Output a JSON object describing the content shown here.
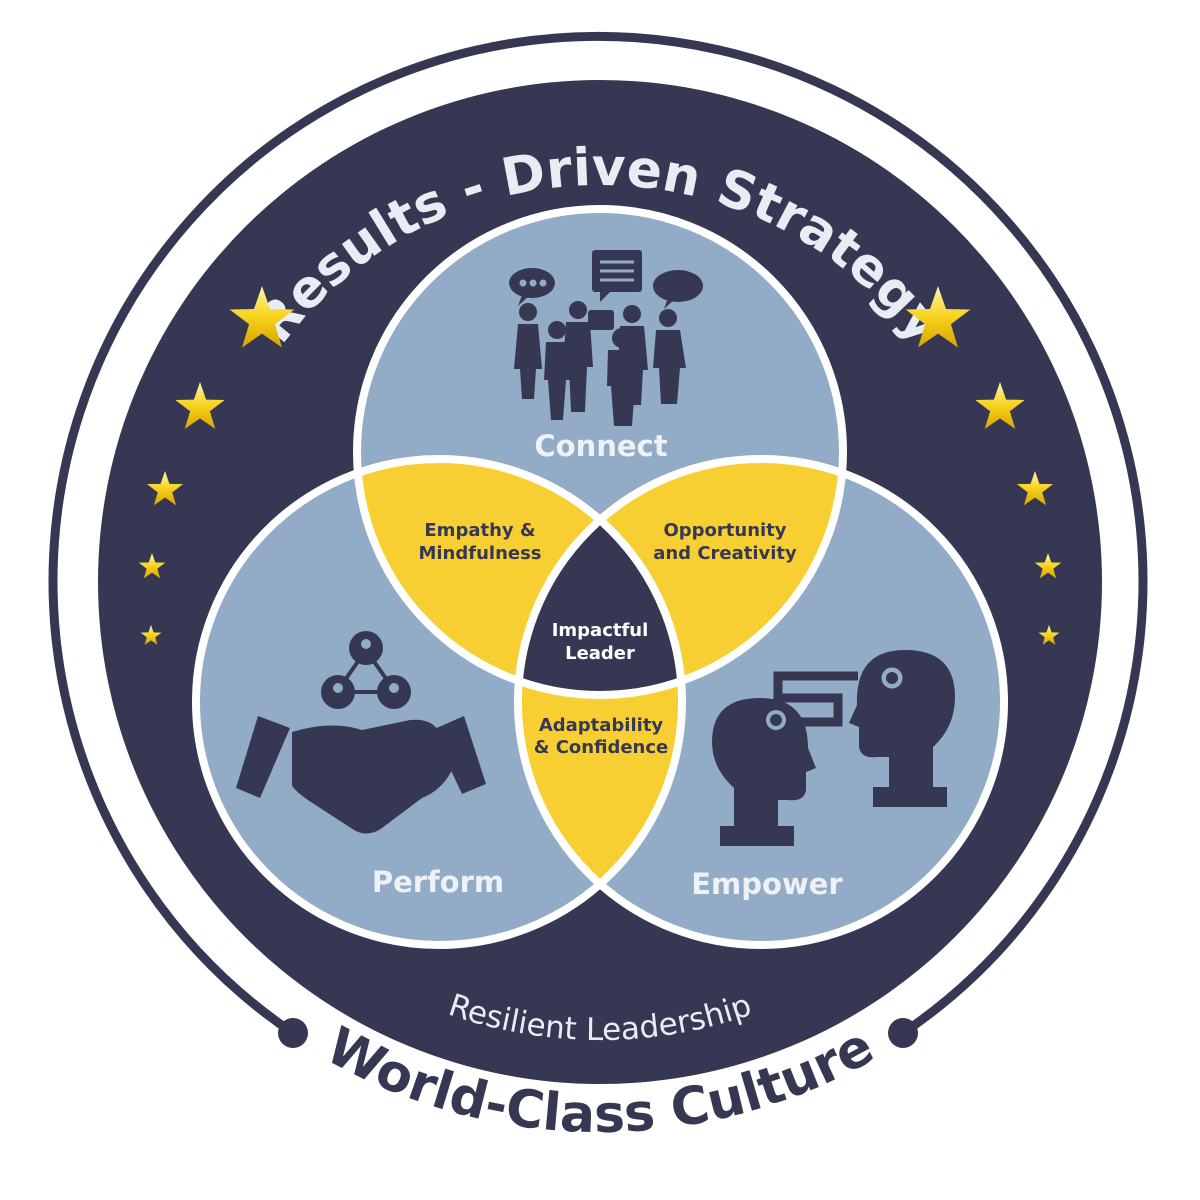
{
  "title_top": "Results - Driven Strategy",
  "inner_bottom": "Resilient Leadership",
  "outer_bottom": "World-Class Culture",
  "circles": {
    "connect": "Connect",
    "perform": "Perform",
    "empower": "Empower"
  },
  "intersections": {
    "connect_perform": [
      "Empathy &",
      "Mindfulness"
    ],
    "connect_empower": [
      "Opportunity",
      "and Creativity"
    ],
    "perform_empower": [
      "Adaptability",
      "& Confidence"
    ],
    "center": [
      "Impactful",
      "Leader"
    ]
  },
  "icons": {
    "connect": "people-talking-icon",
    "perform": "handshake-network-icon",
    "empower": "heads-connected-icon",
    "stars": "star-icon"
  },
  "colors": {
    "navy": "#363853",
    "circle_blue": "#92abc7",
    "yellow": "#f8cf33",
    "white": "#ffffff"
  }
}
